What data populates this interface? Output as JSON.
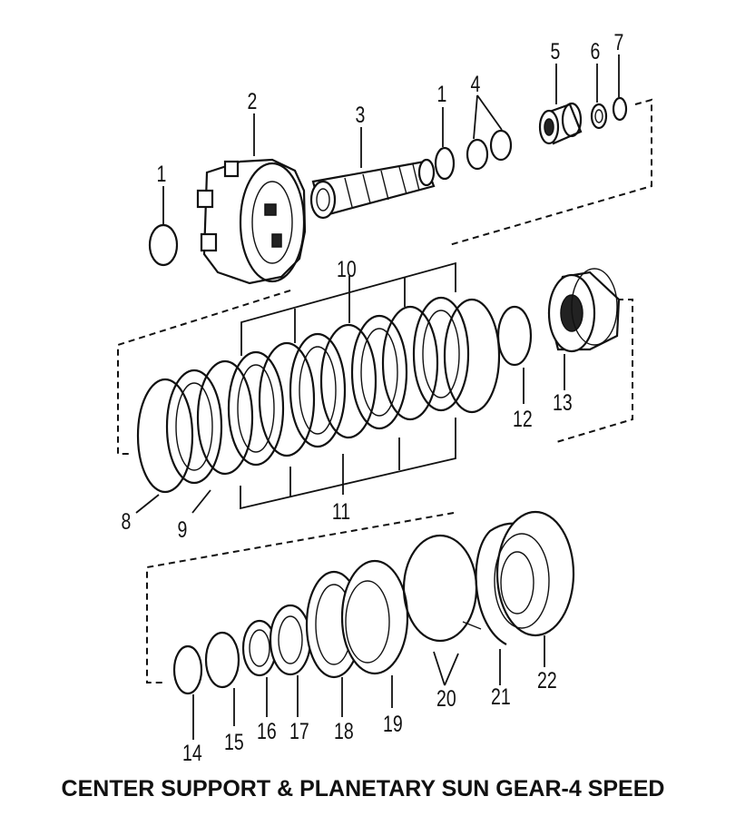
{
  "caption": "CENTER SUPPORT & PLANETARY SUN GEAR-4 SPEED",
  "callouts": [
    {
      "id": "c1a",
      "label": "1"
    },
    {
      "id": "c2",
      "label": "2"
    },
    {
      "id": "c3",
      "label": "3"
    },
    {
      "id": "c1b",
      "label": "1"
    },
    {
      "id": "c4",
      "label": "4"
    },
    {
      "id": "c5",
      "label": "5"
    },
    {
      "id": "c6",
      "label": "6"
    },
    {
      "id": "c7",
      "label": "7"
    },
    {
      "id": "c10",
      "label": "10"
    },
    {
      "id": "c12",
      "label": "12"
    },
    {
      "id": "c13",
      "label": "13"
    },
    {
      "id": "c8",
      "label": "8"
    },
    {
      "id": "c9",
      "label": "9"
    },
    {
      "id": "c11",
      "label": "11"
    },
    {
      "id": "c14",
      "label": "14"
    },
    {
      "id": "c15",
      "label": "15"
    },
    {
      "id": "c16",
      "label": "16"
    },
    {
      "id": "c17",
      "label": "17"
    },
    {
      "id": "c18",
      "label": "18"
    },
    {
      "id": "c19",
      "label": "19"
    },
    {
      "id": "c20",
      "label": "20"
    },
    {
      "id": "c21",
      "label": "21"
    },
    {
      "id": "c22",
      "label": "22"
    }
  ]
}
